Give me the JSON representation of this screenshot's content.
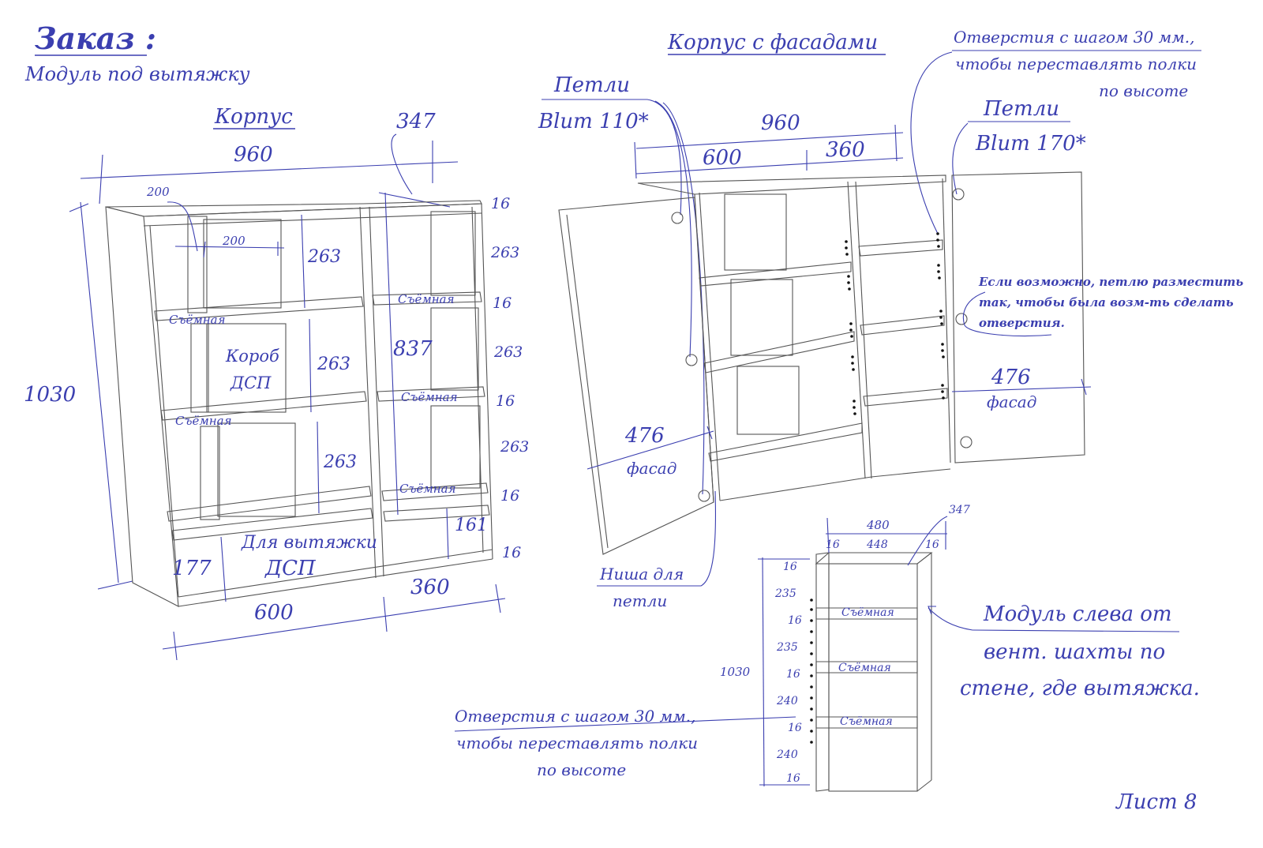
{
  "header": {
    "title": "Заказ :",
    "subtitle": "Модуль под вытяжку",
    "sheet": "Лист 8"
  },
  "corpus": {
    "title": "Корпус",
    "dims": {
      "width": "960",
      "depth": "347",
      "height": "1030",
      "left_width": "600",
      "right_width": "360",
      "box_w": "200",
      "box_d": "200",
      "inner_h": "837",
      "bottom_h": "177",
      "niche_h": "161"
    },
    "left_heights": [
      "263",
      "263",
      "263"
    ],
    "right_column": [
      "16",
      "263",
      "16",
      "263",
      "16",
      "263",
      "16",
      "161",
      "16"
    ],
    "right_labels": [
      "16",
      "263",
      "16",
      "263",
      "16",
      "263",
      "16",
      "16"
    ],
    "removable": "Съёмная",
    "box_label": [
      "Короб",
      "ДСП"
    ],
    "hood_label": [
      "Для вытяжки",
      "ДСП"
    ]
  },
  "facades": {
    "title": "Корпус с фасадами",
    "hinges_left": [
      "Петли",
      "Blum 110*"
    ],
    "hinges_right": [
      "Петли",
      "Blum 170*"
    ],
    "holes_top": [
      "Отверстия с шагом 30 мм.,",
      "чтобы переставлять полки",
      "по высоте"
    ],
    "note_right": [
      "Если возможно, петлю разместить",
      "так, чтобы была возм-ть сделать",
      "отверстия."
    ],
    "width": "960",
    "left_width": "600",
    "right_width": "360",
    "facade_w": "476",
    "facade_label": "фасад",
    "niche": [
      "Ниша для",
      "петли"
    ]
  },
  "side_module": {
    "width": "480",
    "depth": "347",
    "inner": [
      "16",
      "448",
      "16"
    ],
    "height": "1030",
    "column": [
      "16",
      "235",
      "16",
      "235",
      "16",
      "240",
      "16",
      "240",
      "16"
    ],
    "note": [
      "Модуль слева от",
      "вент. шахты по",
      "стене, где вытяжка."
    ],
    "holes": [
      "Отверстия с шагом 30 мм.,",
      "чтобы переставлять полки",
      "по высоте"
    ]
  }
}
